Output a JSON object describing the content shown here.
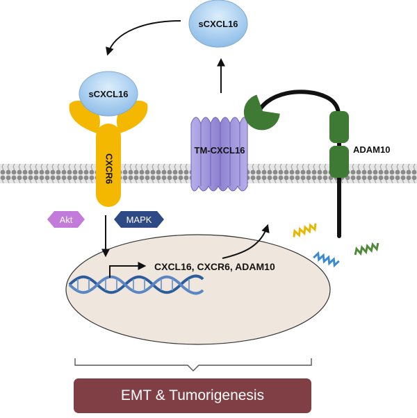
{
  "labels": {
    "soluble_ligand_top": "sCXCL16",
    "soluble_ligand_bound": "sCXCL16",
    "receptor": "CXCR6",
    "transmembrane_ligand": "TM-CXCL16",
    "protease": "ADAM10",
    "kinase_akt": "Akt",
    "kinase_mapk": "MAPK",
    "target_genes": "CXCL16, CXCR6, ADAM10",
    "outcome": "EMT & Tumorigenesis"
  },
  "colors": {
    "ligand_blue": "#9cc6ec",
    "receptor_yellow": "#f5b800",
    "tm_purple": "#9b8fd6",
    "protease_green": "#3f7a35",
    "akt_purple": "#c27bdb",
    "mapk_navy": "#2e4a86",
    "nucleus_fill": "#efe7de",
    "banner_red": "#7f3f45",
    "dna_blue": "#2b5d9b"
  }
}
